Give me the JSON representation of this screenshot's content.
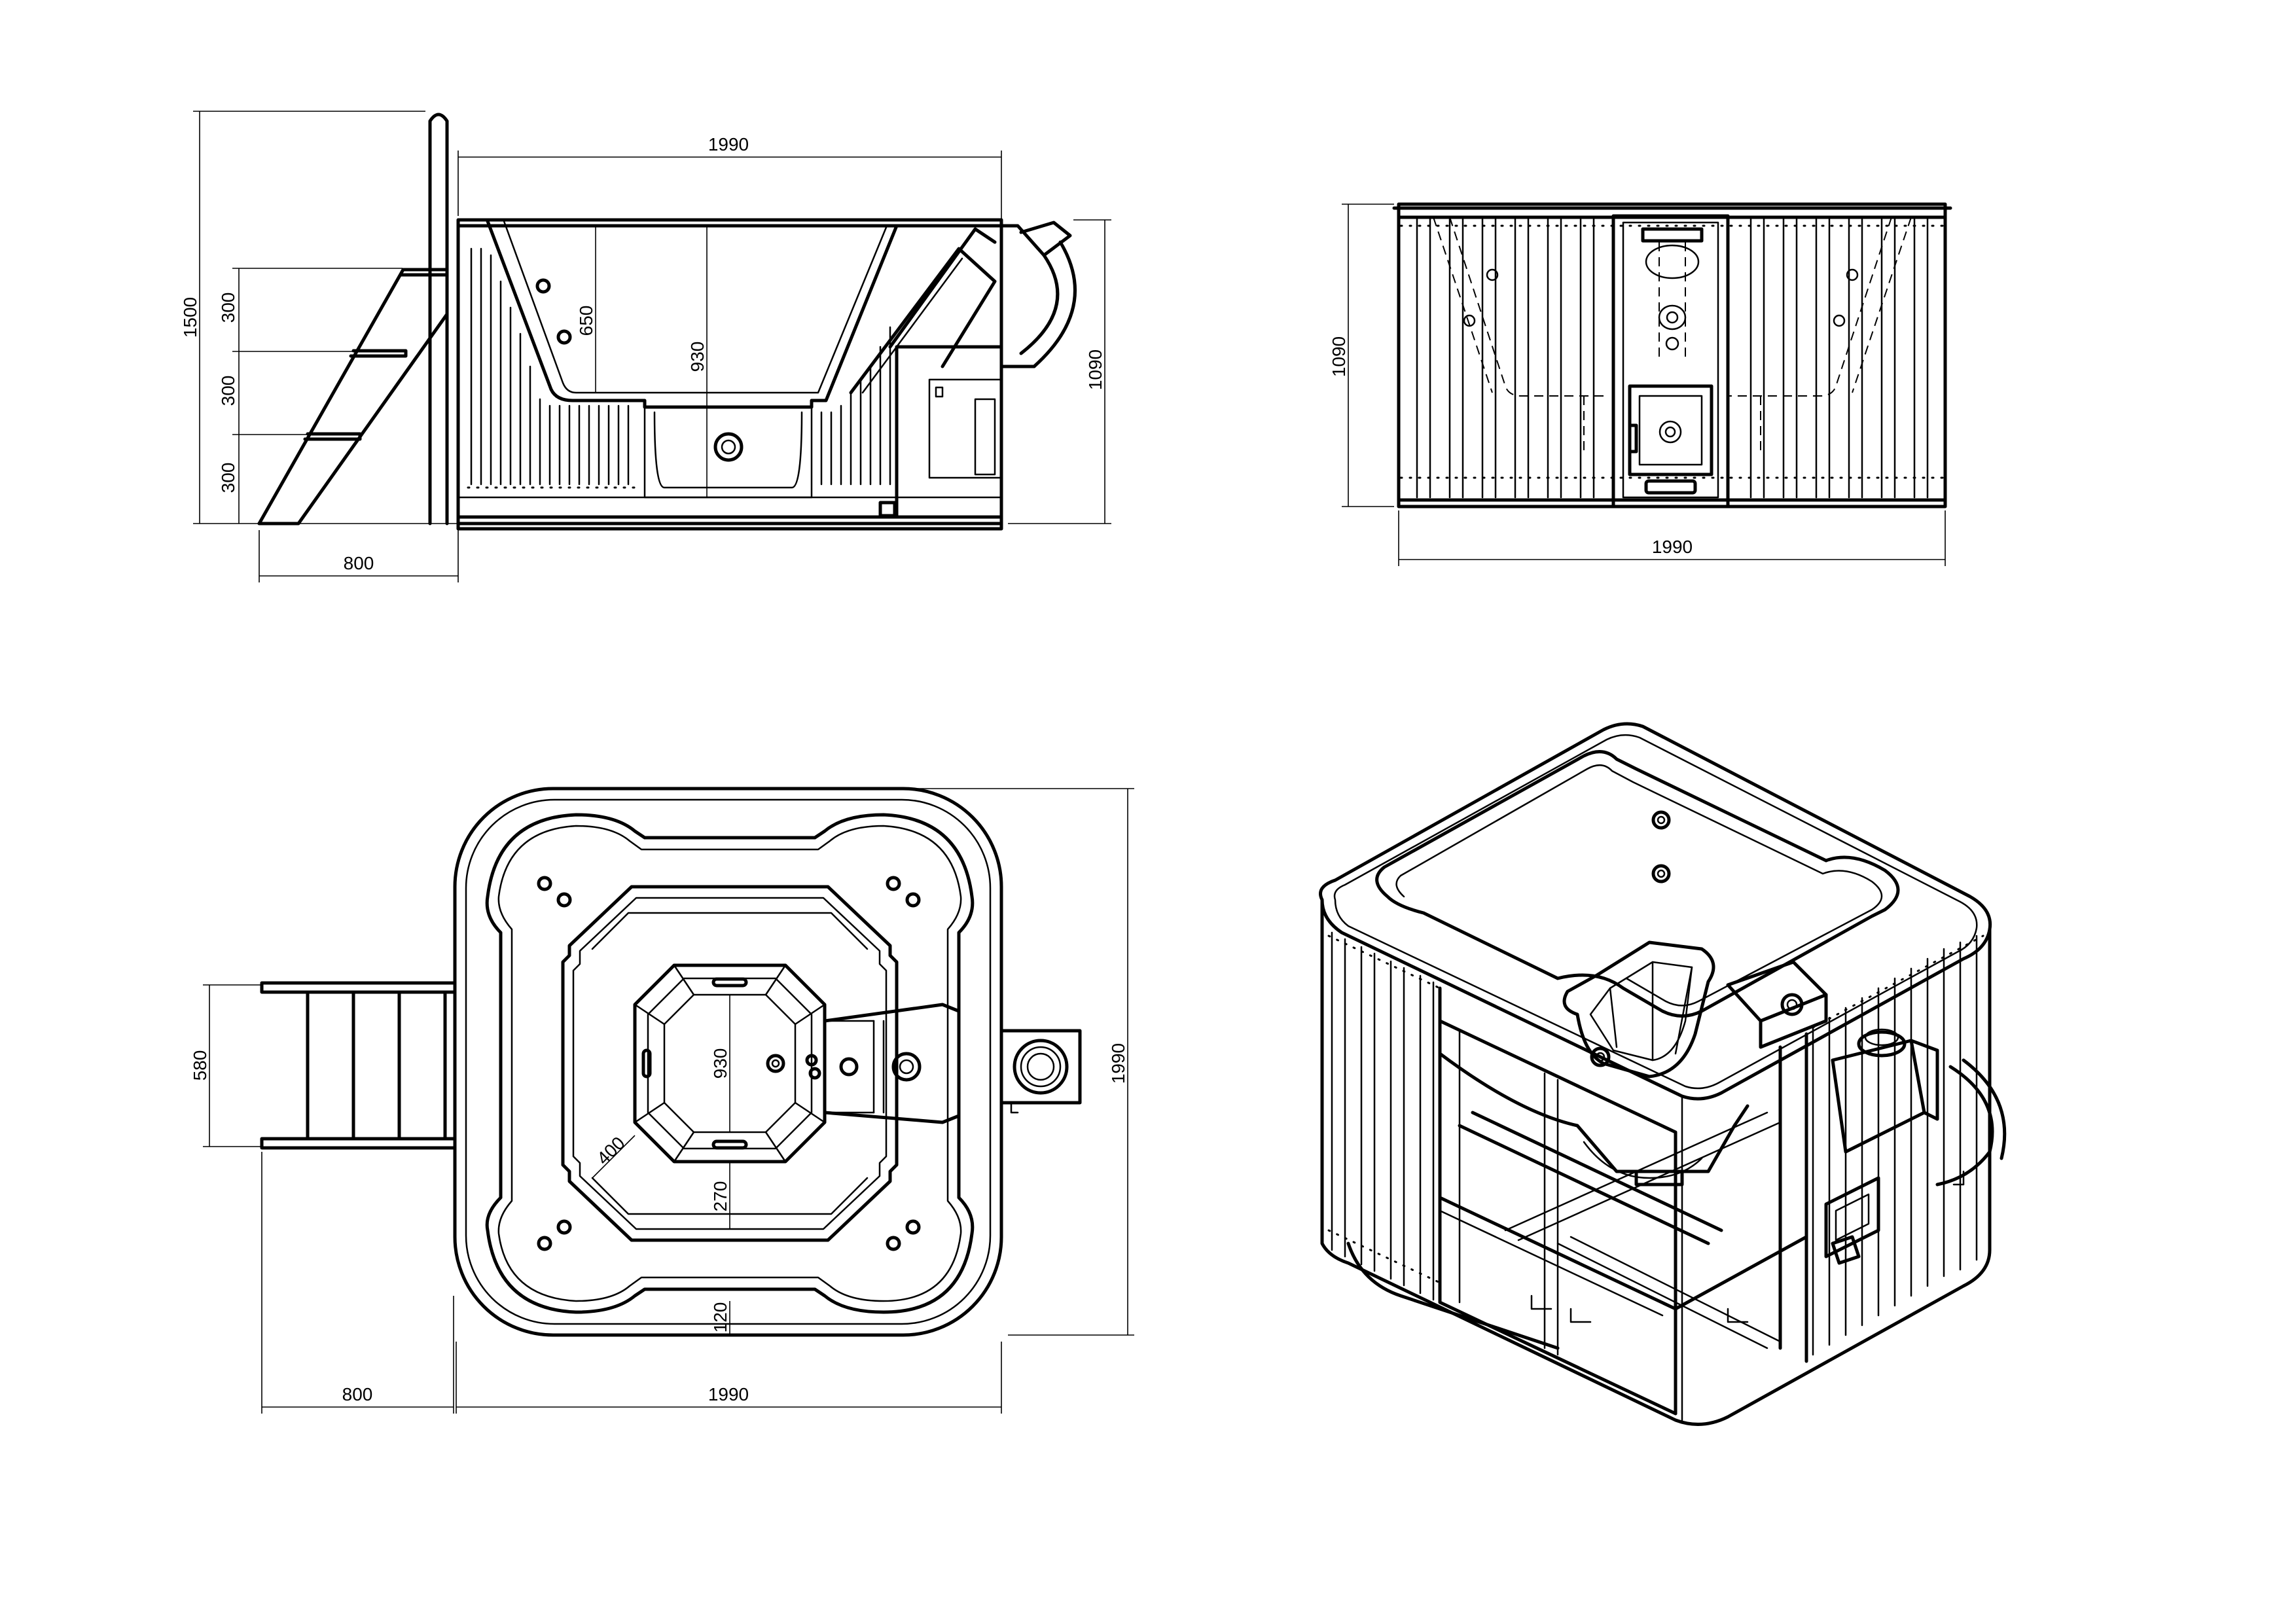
{
  "drawing": {
    "views": {
      "side": {
        "overall_height": "1500",
        "step_1": "300",
        "step_2": "300",
        "step_3": "300",
        "inner_depth": "650",
        "tub_depth": "930",
        "width": "1990",
        "height": "1090",
        "ladder_width": "800"
      },
      "front": {
        "height": "1090",
        "width": "1990"
      },
      "plan": {
        "ladder_width_side": "580",
        "seat_depth": "930",
        "diagonal": "400",
        "center_to_seat": "270",
        "rim": "120",
        "ladder_width": "800",
        "width": "1990",
        "depth": "1990"
      }
    },
    "colors": {
      "line": "#000000",
      "paper": "#ffffff"
    }
  }
}
